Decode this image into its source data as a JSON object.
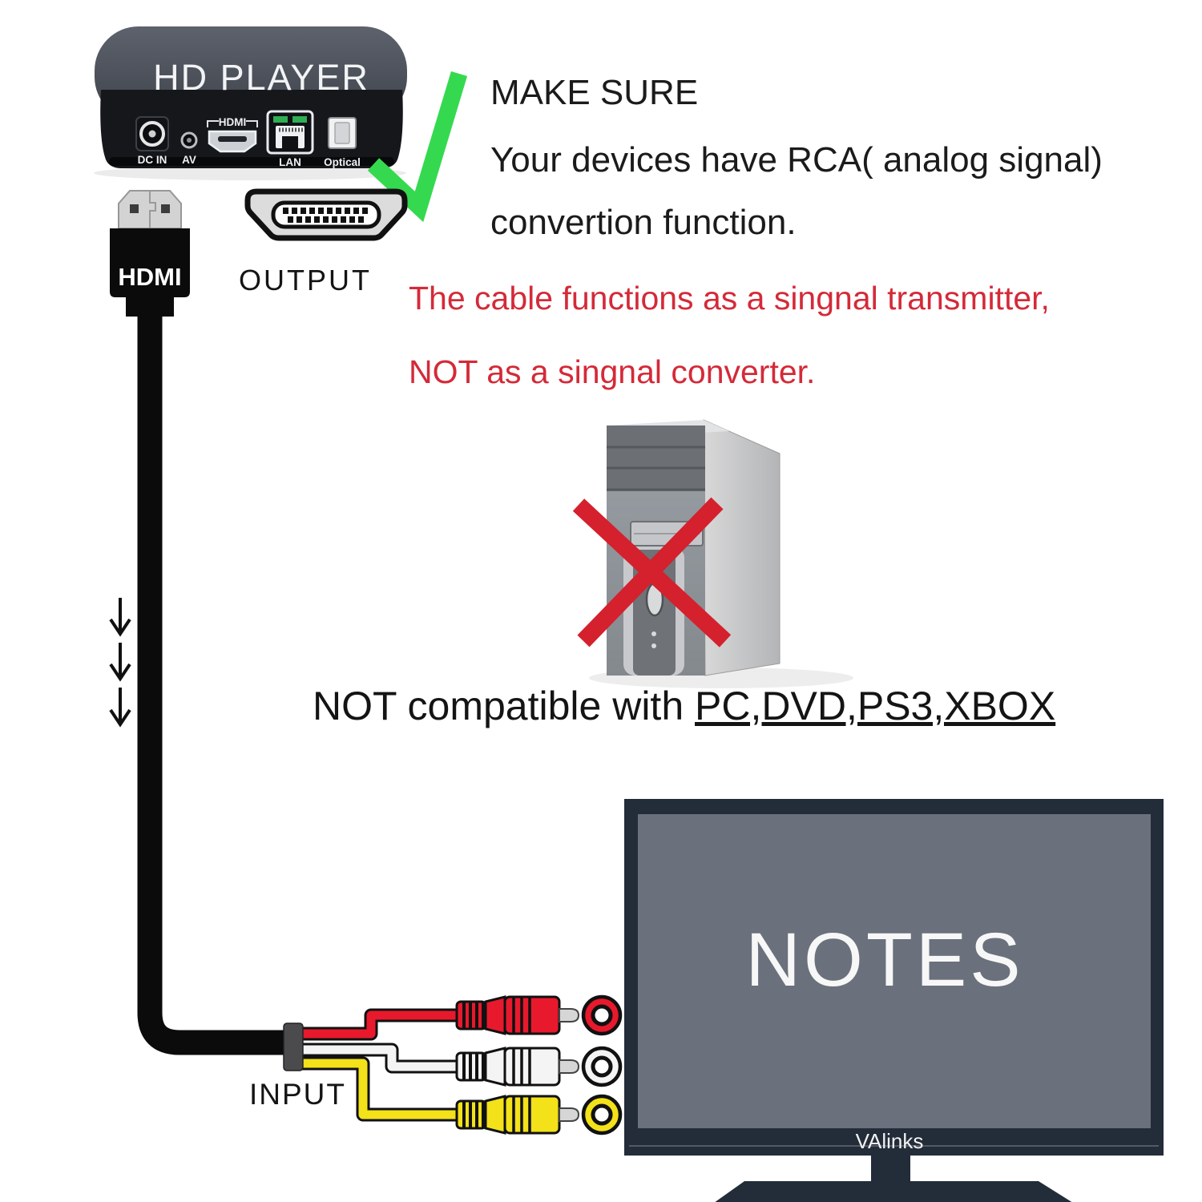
{
  "device": {
    "title": "HD PLAYER",
    "ports": [
      {
        "label": "DC IN"
      },
      {
        "label": "AV"
      },
      {
        "label": "HDMI"
      },
      {
        "label": "LAN"
      },
      {
        "label": "Optical"
      }
    ]
  },
  "hdmi_plug": {
    "label": "HDMI"
  },
  "output_connector": {
    "label": "OUTPUT"
  },
  "input_connector": {
    "label": "INPUT"
  },
  "make_sure": {
    "heading": "MAKE SURE",
    "line1": "Your devices have RCA( analog signal)",
    "line2": "convertion function."
  },
  "warning": {
    "line1": "The cable functions as a singnal transmitter,",
    "line2": "NOT as a singnal converter.",
    "color": "#d42a38"
  },
  "compatibility": {
    "prefix": "NOT compatible with ",
    "devices": "PC,DVD,PS3,XBOX"
  },
  "tv": {
    "screen_text": "NOTES",
    "brand": "VAlinks"
  },
  "colors": {
    "check_green": "#35d94f",
    "cross_red": "#d4212d",
    "warning_red": "#d42a38",
    "rca_red": "#e8192c",
    "rca_white": "#f4f4f4",
    "rca_yellow": "#f3e11a",
    "tv_frame": "#232c39",
    "tv_screen": "#6a707c",
    "cable_black": "#0b0b0b"
  }
}
